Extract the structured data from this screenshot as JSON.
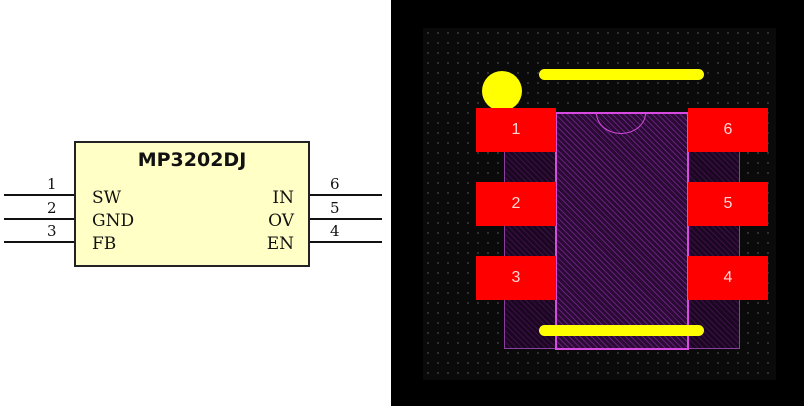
{
  "schematic": {
    "part_name": "MP3202DJ",
    "left_pins": [
      {
        "number": "1",
        "name": "SW"
      },
      {
        "number": "2",
        "name": "GND"
      },
      {
        "number": "3",
        "name": "FB"
      }
    ],
    "right_pins": [
      {
        "number": "6",
        "name": "IN"
      },
      {
        "number": "5",
        "name": "OV"
      },
      {
        "number": "4",
        "name": "EN"
      }
    ]
  },
  "footprint": {
    "left_pads": [
      "1",
      "2",
      "3"
    ],
    "right_pads": [
      "6",
      "5",
      "4"
    ],
    "colors": {
      "pad": "#ff0000",
      "silkscreen": "#ffff00",
      "body_outline": "#d84be0",
      "background": "#000000"
    }
  }
}
